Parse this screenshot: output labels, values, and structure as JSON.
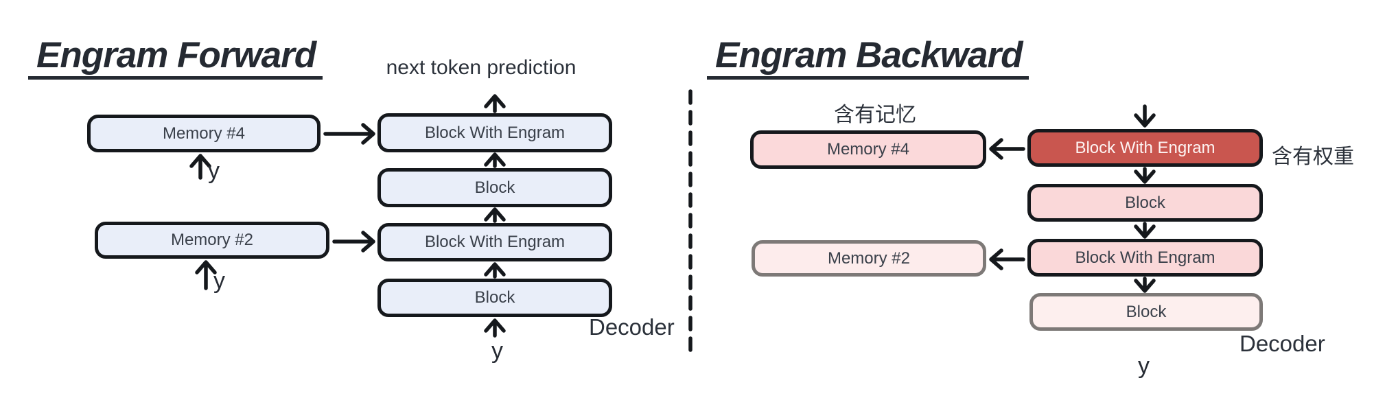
{
  "left": {
    "title": "Engram Forward",
    "caption": "next token prediction",
    "decoder_label": "Decoder",
    "input_label": "y",
    "blocks": [
      "Block With Engram",
      "Block",
      "Block With Engram",
      "Block"
    ],
    "memory4": {
      "label": "Memory #4",
      "input_label": "y"
    },
    "memory2": {
      "label": "Memory #2",
      "input_label": "y"
    }
  },
  "right": {
    "title": "Engram Backward",
    "memory_caption": "含有记忆",
    "weight_caption": "含有权重",
    "decoder_label": "Decoder",
    "output_label": "y",
    "blocks": [
      "Block With Engram",
      "Block",
      "Block With Engram",
      "Block"
    ],
    "memory4": {
      "label": "Memory #4"
    },
    "memory2": {
      "label": "Memory #2"
    }
  },
  "colors": {
    "background": "#ffffff",
    "forward_block_fill": "#e9eef9",
    "backward_active_fill": "#c9564f",
    "backward_pink_fill": "#fad8d9",
    "backward_faint_fill": "#fdecec",
    "border_dark": "#15181c",
    "border_gray": "#7d7977",
    "text_dark": "#252a32",
    "arrow": "#15181c"
  },
  "icons": {
    "up_arrow": "↑",
    "down_arrow": "↓",
    "left_arrow": "←",
    "right_arrow": "→",
    "dashed_divider": "¦"
  }
}
